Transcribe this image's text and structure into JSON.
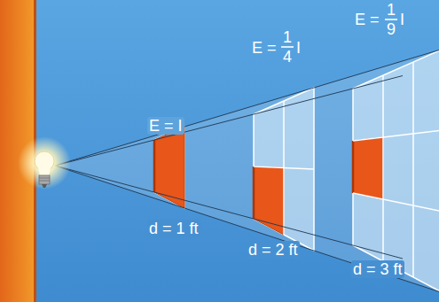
{
  "diagram": {
    "labels": [
      "E = I",
      "E =",
      "1",
      "4",
      "I",
      "E =",
      "1",
      "9",
      "I",
      "d = 1 ft",
      "d = 2 ft",
      "d = 3 ft"
    ]
  }
}
